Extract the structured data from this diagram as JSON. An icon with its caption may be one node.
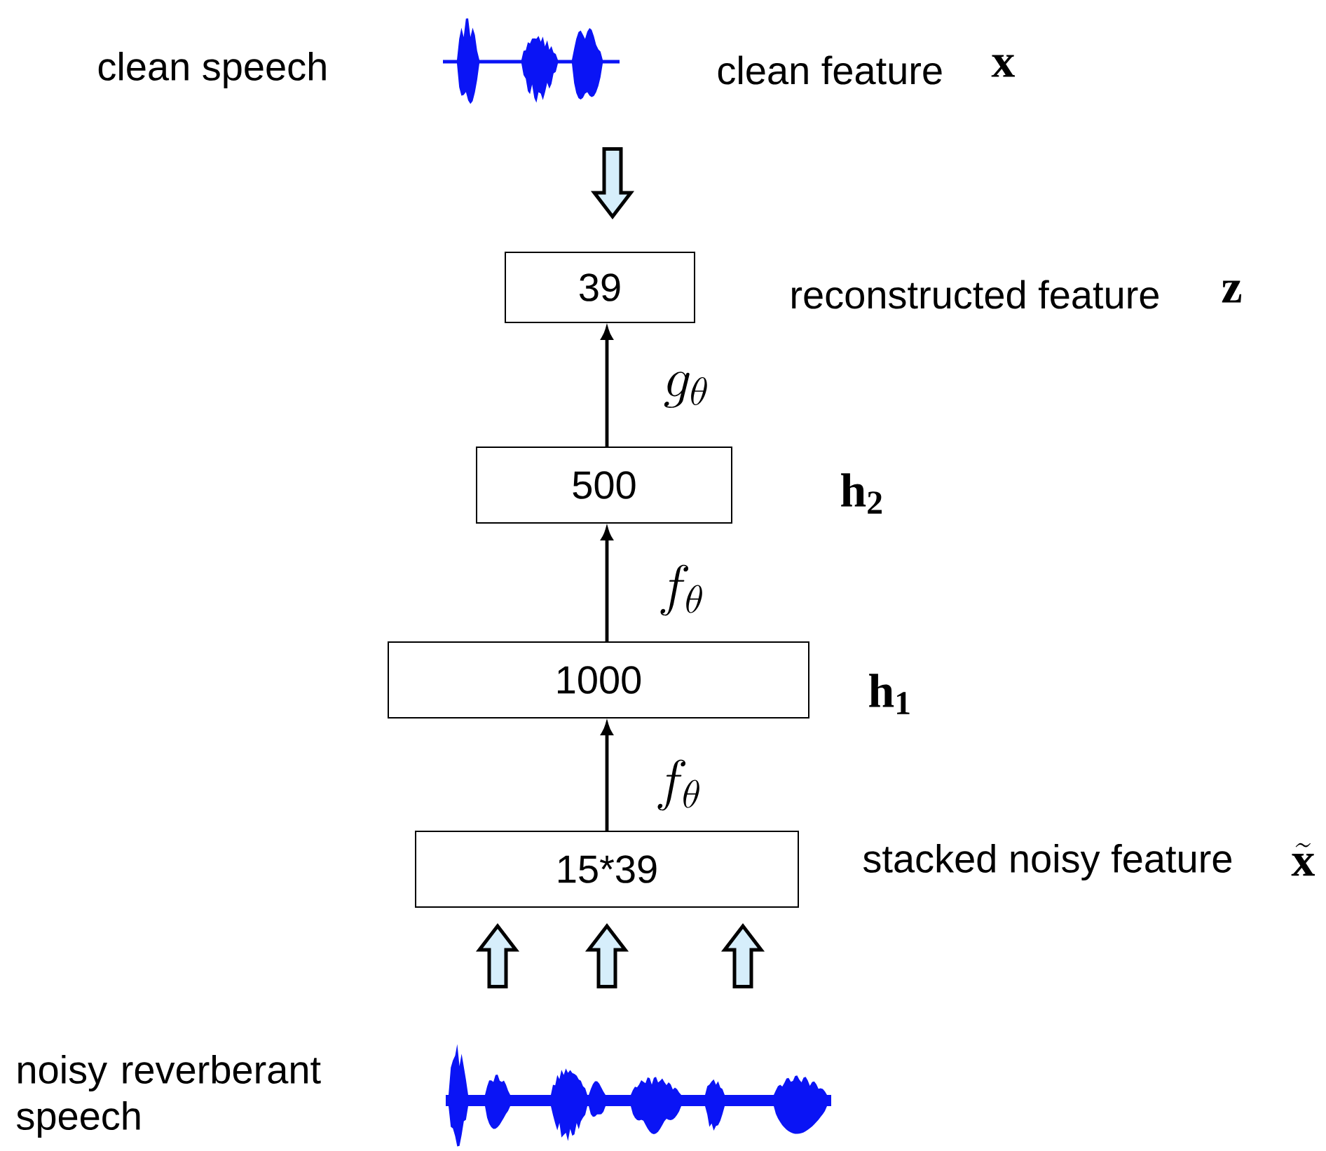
{
  "diagram": {
    "nodes": [
      {
        "text": [],
        "shape": "picture"
      },
      {
        "text": [
          "39"
        ]
      },
      {
        "text": [
          "500"
        ]
      },
      {
        "text": [
          "1000"
        ]
      },
      {
        "text": [
          "15*39"
        ]
      },
      {
        "text": [],
        "shape": "picture"
      }
    ],
    "edges": [
      {
        "from": 0,
        "to": 1,
        "arrow": "to",
        "style": "thick"
      },
      {
        "from": 2,
        "to": 1,
        "arrow": "to",
        "label": "g_{\\theta}"
      },
      {
        "from": 3,
        "to": 2,
        "arrow": "to",
        "label": "f_{\\theta}"
      },
      {
        "from": 4,
        "to": 3,
        "arrow": "to",
        "label": "f_{\\theta}"
      },
      {
        "from": 5,
        "to": 4,
        "arrow": "to",
        "style": "thick"
      },
      {
        "from": 5,
        "to": 4,
        "arrow": "to",
        "style": "thick"
      },
      {
        "from": 5,
        "to": 4,
        "arrow": "to",
        "style": "thick"
      }
    ],
    "labels": [
      "clean speech",
      "clean feature",
      "\\mathbf{x}",
      "reconstructed feature",
      "\\mathbf{z}",
      "\\mathbf{h}_{\\mathbf{2}}",
      "\\mathbf{h}_{\\mathbf{1}}",
      "stacked noisy feature",
      "\\tilde{\\mathbf{x}}",
      "noisy reverberant speech"
    ]
  }
}
